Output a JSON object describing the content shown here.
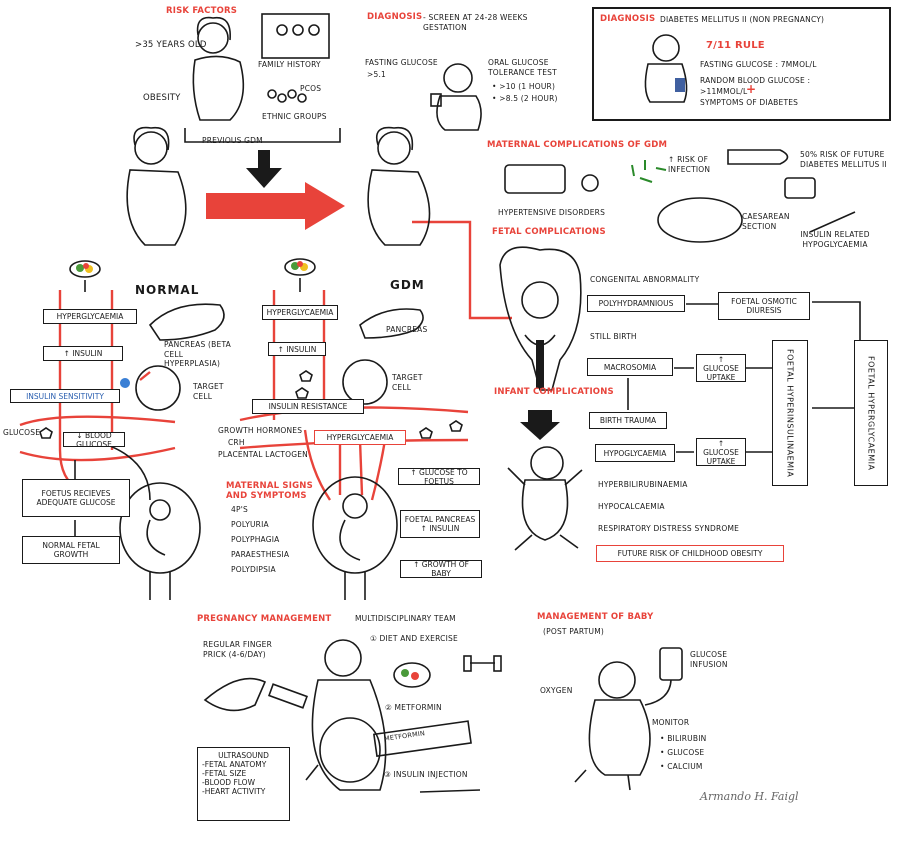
{
  "risk": {
    "title": "Risk factors",
    "age": ">35 years old",
    "obesity": "Obesity",
    "family": "Family history",
    "pcos": "PCOS",
    "ethnic": "Ethnic groups",
    "previous": "Previous GDM"
  },
  "diagnosis_screen": {
    "title": "Diagnosis",
    "subtitle": "- Screen at 24-28 weeks gestation",
    "fasting_label": "Fasting glucose",
    "fasting_value": ">5.1",
    "ogtt_label": "Oral glucose tolerance test",
    "ogtt_1": "• >10 (1 hour)",
    "ogtt_2": "• >8.5 (2 hour)"
  },
  "diagnosis_dm": {
    "title": "Diagnosis",
    "subtitle": "Diabetes Mellitus II (non pregnancy)",
    "rule": "7/11 rule",
    "fasting": "Fasting glucose : 7mmol/L",
    "random_label": "Random blood glucose :",
    "random_value": ">11mmol/L",
    "plus": "+",
    "symptoms": "symptoms of diabetes"
  },
  "maternal": {
    "title": "Maternal complications of GDM",
    "hypertensive": "Hypertensive disorders",
    "infection": "↑ Risk of infection",
    "future_risk": "50% risk of future diabetes mellitus II",
    "caesarean": "Caesarean section",
    "insulin_hypo": "Insulin related hypoglycaemia"
  },
  "fetal": {
    "title": "Fetal complications",
    "congenital": "Congenital abnormality",
    "polyhydramnios": "Polyhydramnious",
    "osmotic": "Foetal osmotic diuresis",
    "stillbirth": "Still birth",
    "macrosomia": "Macrosomia",
    "glucose_uptake_1": "↑ Glucose uptake",
    "hyperinsulinaemia": "Foetal hyperinsulinaemia",
    "hyperglycaemia": "Foetal hyperglycaemia"
  },
  "infant": {
    "title": "Infant complications",
    "birth_trauma": "Birth trauma",
    "hypoglycaemia": "Hypoglycaemia",
    "glucose_uptake_2": "↑ Glucose uptake",
    "hyperbilirubinaemia": "Hyperbilirubinaemia",
    "hypocalcaemia": "Hypocalcaemia",
    "rds": "Respiratory distress syndrome",
    "obesity": "Future risk of childhood obesity"
  },
  "normal": {
    "title": "Normal",
    "hyperglycaemia": "Hyperglycaemia",
    "insulin": "↑ Insulin",
    "pancreas": "Pancreas (beta cell hyperplasia)",
    "target": "Target cell",
    "sensitivity": "Insulin sensitivity",
    "glucose": "Glucose",
    "blood_glucose": "↓ Blood glucose",
    "foetus": "Foetus recieves adequate glucose",
    "growth": "Normal fetal growth"
  },
  "gdm": {
    "title": "GDM",
    "hyperglycaemia": "Hyperglycaemia",
    "insulin": "↑ Insulin",
    "pancreas": "Pancreas",
    "target": "Target cell",
    "resistance": "Insulin resistance",
    "hormones": "Growth hormones",
    "cah": "CRH",
    "lactogen": "Placental lactogen",
    "hyperglycaemia_2": "Hyperglycaemia",
    "signs_title": "Maternal signs and symptoms",
    "signs": [
      "4P's",
      "Polyuria",
      "Polyphagia",
      "Paraesthesia",
      "Polydipsia"
    ],
    "glucose_foetus": "↑ Glucose to foetus",
    "fetal_pancreas": "Foetal pancreas ↑ insulin",
    "growth": "↑ Growth of baby"
  },
  "management": {
    "title": "Pregnancy management",
    "mdt": "Multidisciplinary team",
    "finger_prick": "Regular finger prick (4-6/day)",
    "diet": "① Diet and exercise",
    "metformin": "② Metformin",
    "metformin_box": "Metformin",
    "insulin": "③ Insulin injection",
    "ultrasound_title": "Ultrasound",
    "ultrasound": [
      "-Fetal anatomy",
      "-Fetal size",
      "-Blood flow",
      "-Heart activity"
    ]
  },
  "baby": {
    "title": "Management of baby",
    "post": "(Post partum)",
    "oxygen": "Oxygen",
    "infusion": "Glucose infusion",
    "monitor": "Monitor",
    "items": [
      "• Bilirubin",
      "• Glucose",
      "• Calcium"
    ]
  },
  "signature": "Armando H. Faigl",
  "colors": {
    "accent": "#e8433a",
    "ink": "#1a1a1a",
    "food_green": "#4a9a3a",
    "food_yellow": "#f0c020"
  }
}
